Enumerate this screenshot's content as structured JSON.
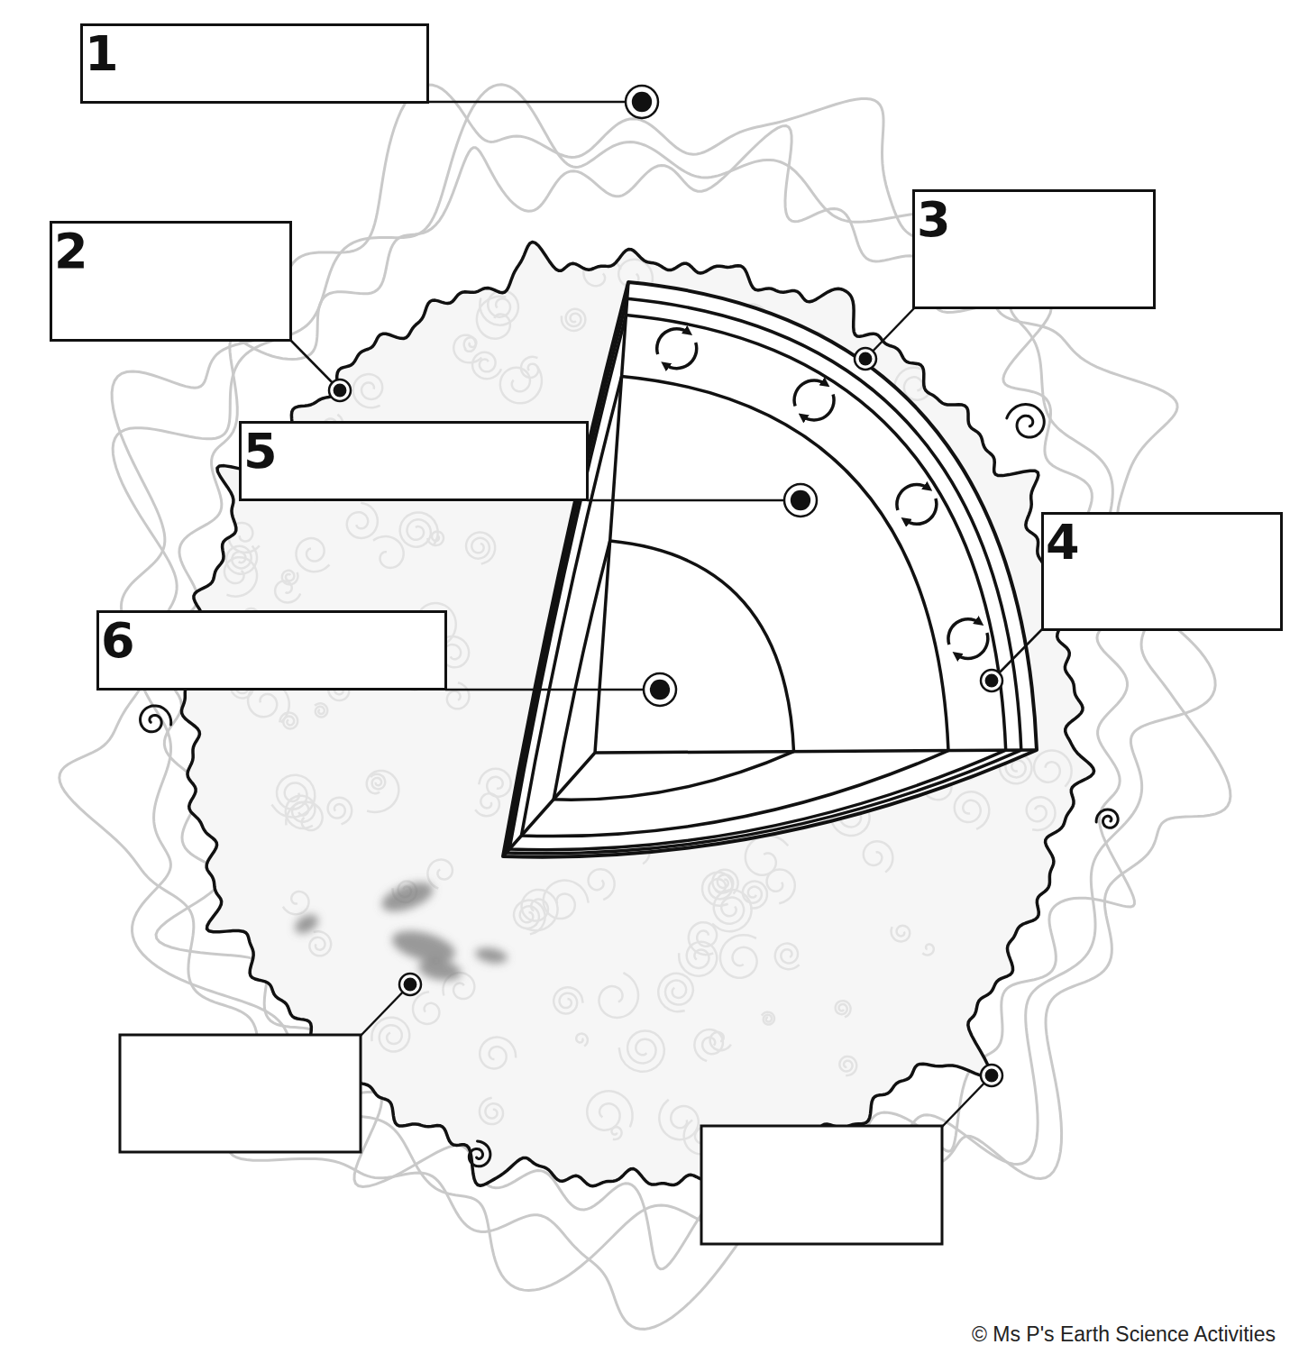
{
  "diagram": {
    "nodes": [
      {
        "text": [
          "1"
        ]
      },
      {
        "text": [
          "2"
        ]
      },
      {
        "text": [
          "3"
        ]
      },
      {
        "text": [
          "4"
        ]
      },
      {
        "text": [
          "5"
        ]
      },
      {
        "text": [
          "6"
        ]
      }
    ],
    "labels": [
      "© Ms P's Earth Science Activities"
    ]
  }
}
